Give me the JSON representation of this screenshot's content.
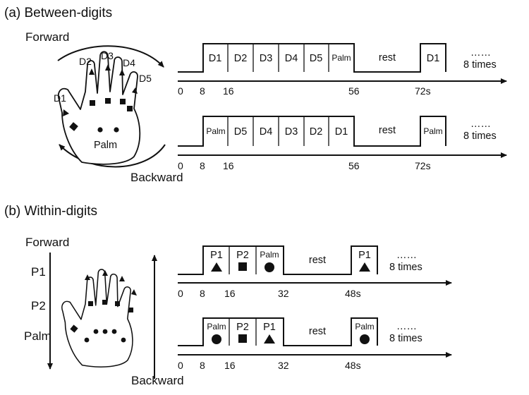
{
  "panel_a": {
    "heading": "(a) Between-digits",
    "forward_label": "Forward",
    "backward_label": "Backward",
    "hand_labels": {
      "d1": "D1",
      "d2": "D2",
      "d3": "D3",
      "d4": "D4",
      "d5": "D5",
      "palm": "Palm"
    },
    "forward_row": {
      "cells": [
        "D1",
        "D2",
        "D3",
        "D4",
        "D5",
        "Palm"
      ],
      "rest": "rest",
      "repeat_cell": "D1",
      "repeat_dots": "……",
      "repeat_note": "8 times",
      "ticks": [
        "0",
        "8",
        "16",
        "56",
        "72s"
      ]
    },
    "backward_row": {
      "cells": [
        "Palm",
        "D5",
        "D4",
        "D3",
        "D2",
        "D1"
      ],
      "rest": "rest",
      "repeat_cell": "Palm",
      "repeat_dots": "……",
      "repeat_note": "8 times",
      "ticks": [
        "0",
        "8",
        "16",
        "56",
        "72s"
      ]
    }
  },
  "panel_b": {
    "heading": "(b) Within-digits",
    "forward_label": "Forward",
    "backward_label": "Backward",
    "side_labels": {
      "p1": "P1",
      "p2": "P2",
      "palm": "Palm"
    },
    "forward_row": {
      "cells": [
        "P1",
        "P2",
        "Palm"
      ],
      "markers": [
        "triangle-icon",
        "square-icon",
        "circle-icon"
      ],
      "rest": "rest",
      "repeat_cell": "P1",
      "repeat_marker": "triangle-icon",
      "repeat_dots": "……",
      "repeat_note": "8 times",
      "ticks": [
        "0",
        "8",
        "16",
        "32",
        "48s"
      ]
    },
    "backward_row": {
      "cells": [
        "Palm",
        "P2",
        "P1"
      ],
      "markers": [
        "circle-icon",
        "square-icon",
        "triangle-icon"
      ],
      "rest": "rest",
      "repeat_cell": "Palm",
      "repeat_marker": "circle-icon",
      "repeat_dots": "……",
      "repeat_note": "8 times",
      "ticks": [
        "0",
        "8",
        "16",
        "32",
        "48s"
      ]
    }
  }
}
